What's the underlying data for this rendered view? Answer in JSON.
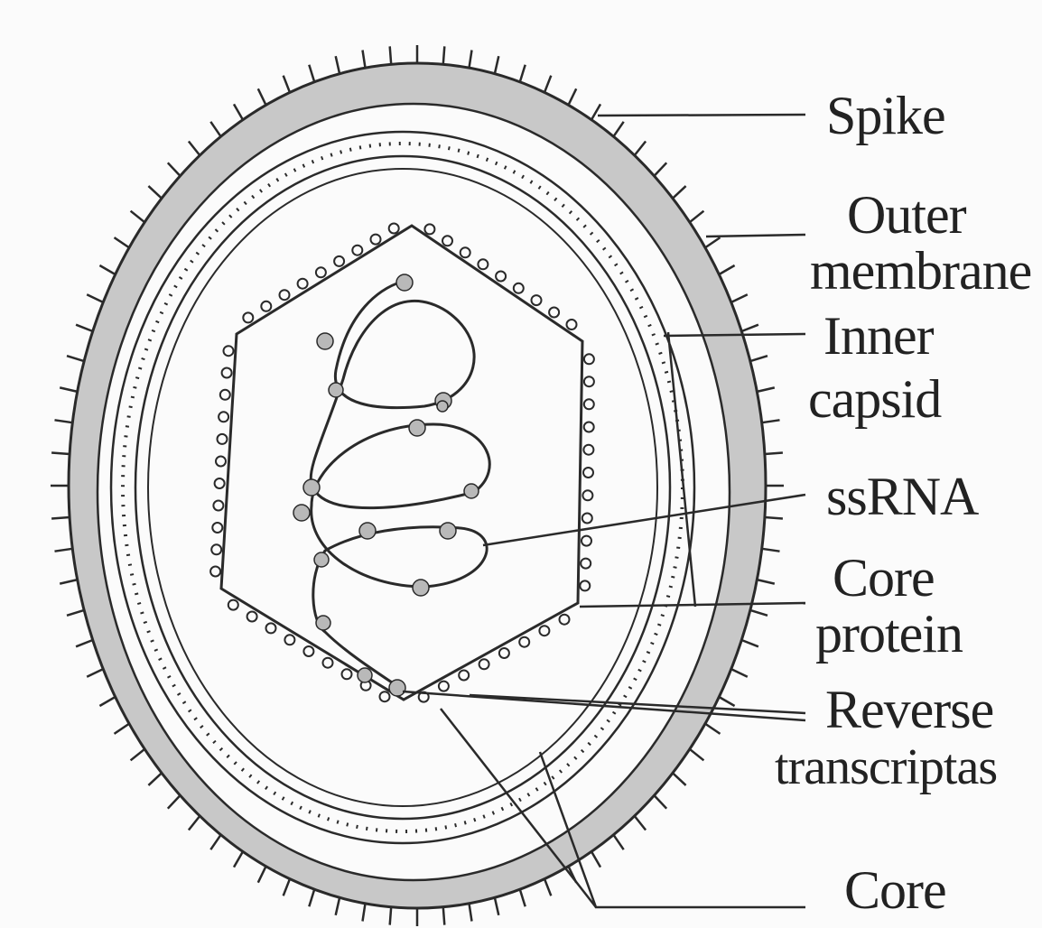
{
  "labels": {
    "spike": "Spike",
    "outer_membrane": [
      "Outer",
      "membrane"
    ],
    "inner_capsid": [
      "Inner",
      "capsid"
    ],
    "ssrna": "ssRNA",
    "core_protein": [
      "Core",
      "protein"
    ],
    "reverse_transcriptase": [
      "Reverse",
      "transcriptas"
    ],
    "core": "Core"
  },
  "colors": {
    "ink": "#2a2a2a",
    "membrane_fill": "#c8c8c8",
    "background": "#fbfbfb",
    "protein_blob": "#b9b9b9"
  }
}
